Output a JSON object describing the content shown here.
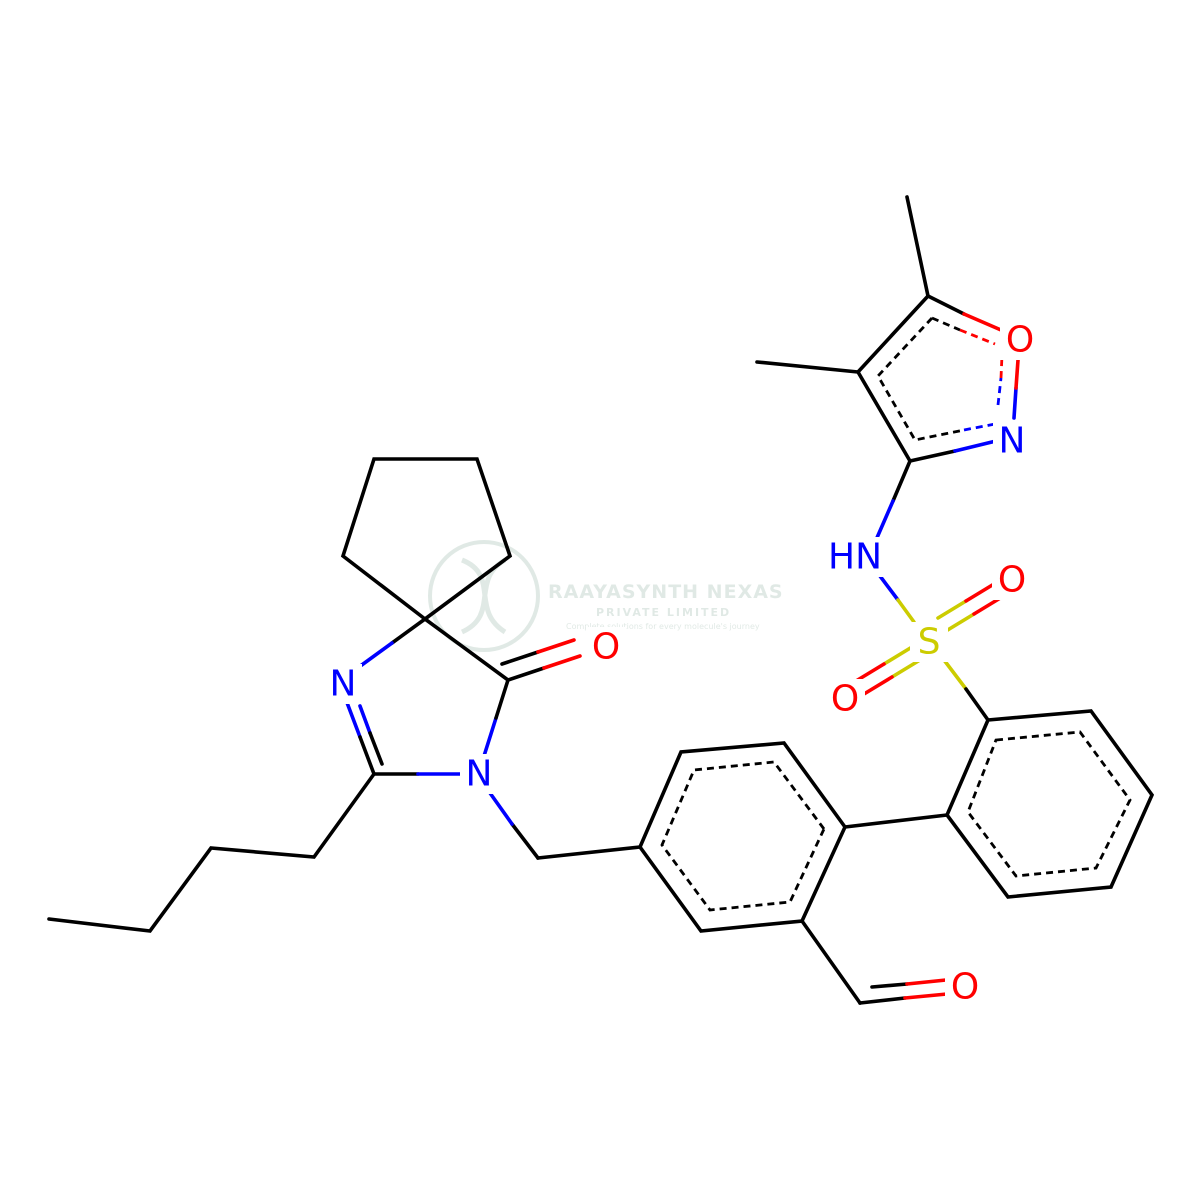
{
  "colors": {
    "carbon_bond": "#000000",
    "nitrogen": "#0000ff",
    "oxygen": "#ff0000",
    "sulfur": "#cccc00",
    "watermark": "#c8d8d0"
  },
  "watermark": {
    "title": "RAAYASYNTH NEXAS",
    "subtitle": "PRIVATE LIMITED",
    "tagline": "Complete solutions for every molecule's journey"
  },
  "atoms": {
    "isoxazole_O": "O",
    "isoxazole_N": "N",
    "sulfonamide_NH": "HN",
    "sulfonyl_S": "S",
    "sulfonyl_O1": "O",
    "sulfonyl_O2": "O",
    "imidazoline_N": "N",
    "lactam_N": "N",
    "lactam_O": "O",
    "aldehyde_O": "O"
  }
}
